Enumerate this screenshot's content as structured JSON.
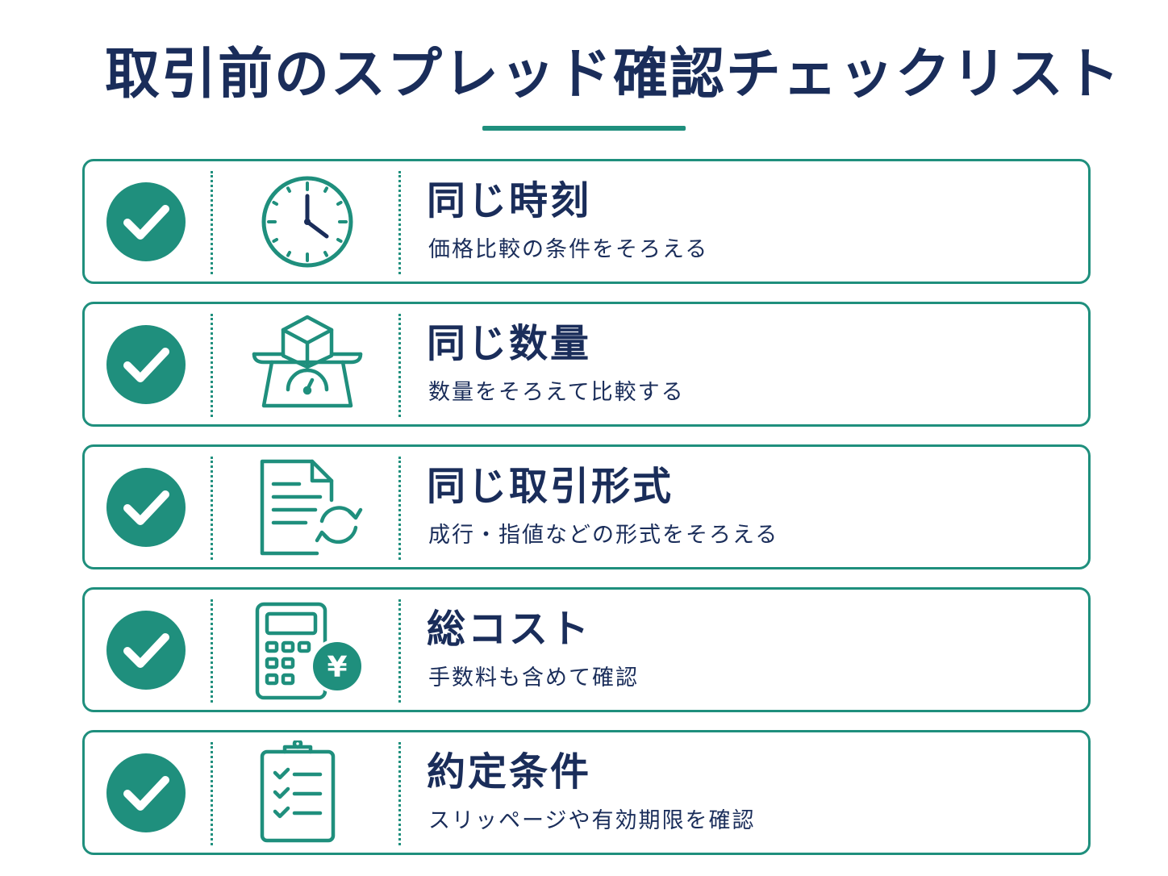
{
  "title": "取引前のスプレッド確認チェックリスト",
  "colors": {
    "accent": "#1f8f7d",
    "text": "#1a2d5a",
    "background": "#ffffff"
  },
  "items": [
    {
      "title": "同じ時刻",
      "subtitle": "価格比較の条件をそろえる",
      "icon": "clock-icon",
      "checked": true
    },
    {
      "title": "同じ数量",
      "subtitle": "数量をそろえて比較する",
      "icon": "scale-icon",
      "checked": true
    },
    {
      "title": "同じ取引形式",
      "subtitle": "成行・指値などの形式をそろえる",
      "icon": "document-sync-icon",
      "checked": true
    },
    {
      "title": "総コスト",
      "subtitle": "手数料も含めて確認",
      "icon": "calculator-yen-icon",
      "checked": true,
      "icon_glyph": "¥"
    },
    {
      "title": "約定条件",
      "subtitle": "スリッページや有効期限を確認",
      "icon": "clipboard-checklist-icon",
      "checked": true
    }
  ]
}
